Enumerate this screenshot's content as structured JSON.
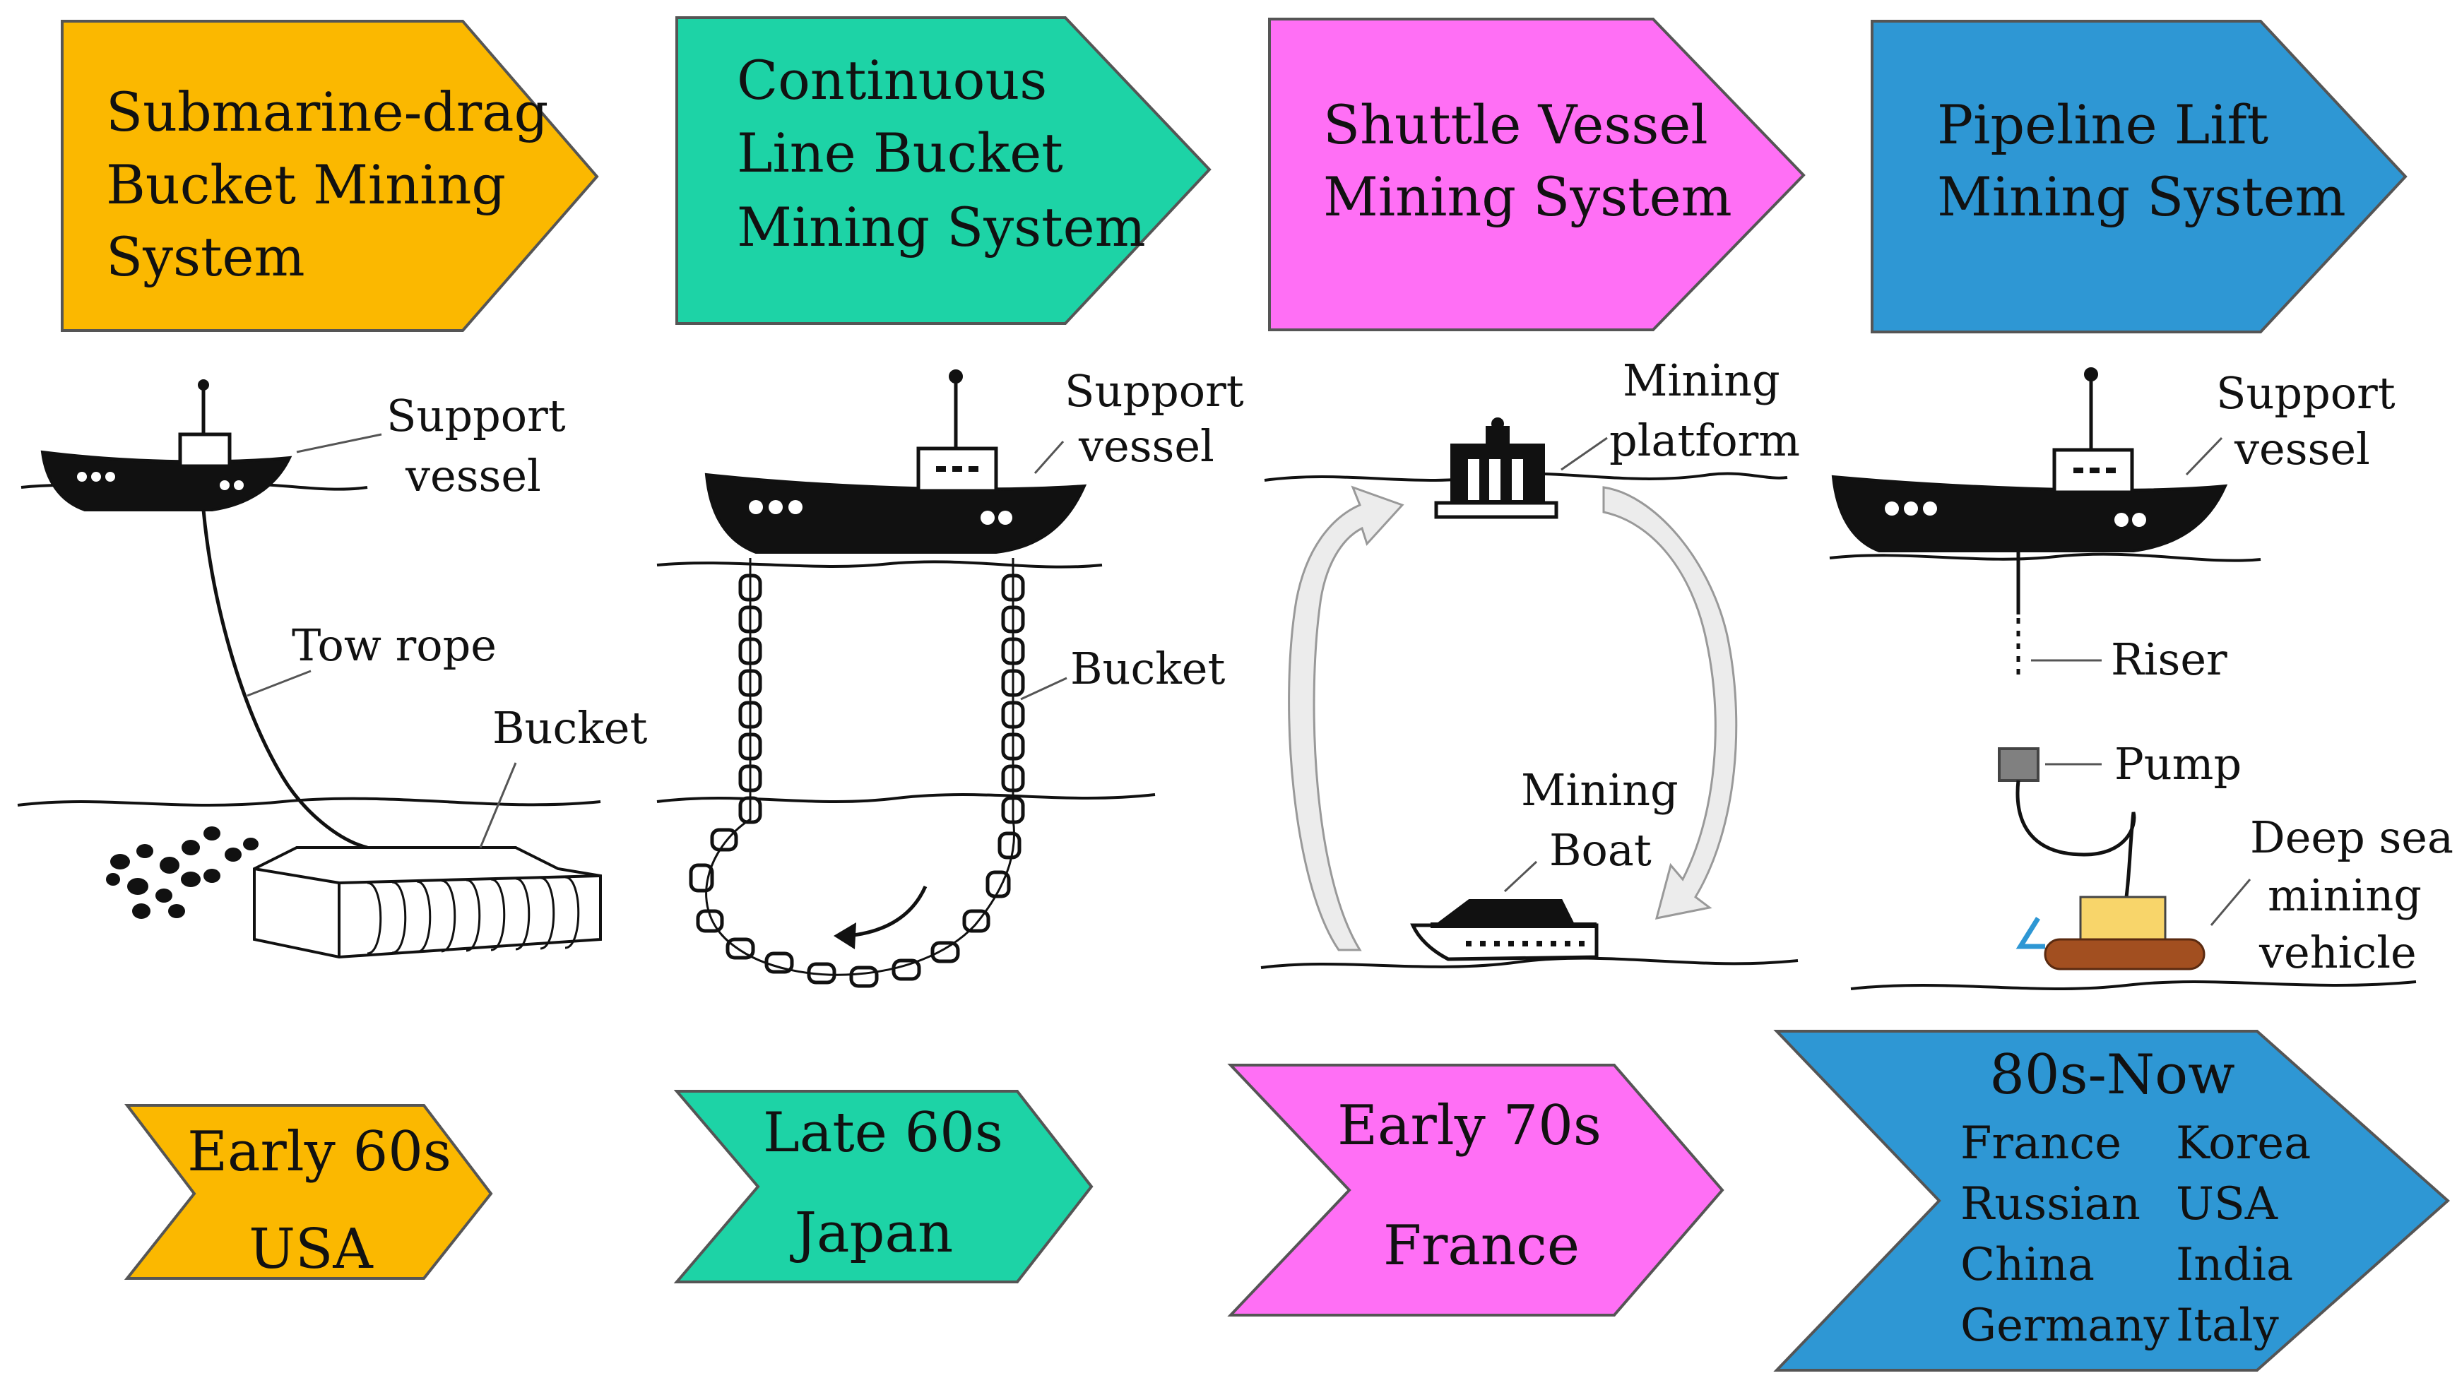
{
  "colors": {
    "orange": "#FBB800",
    "teal": "#1DD3A6",
    "magenta": "#FF6FF5",
    "blue": "#2E97D4",
    "pump_gray": "#808080",
    "vehicle_yellow": "#F8D56A",
    "vehicle_brown": "#A24F20",
    "ink": "#111111"
  },
  "systems": [
    {
      "title_lines": [
        "Submarine-drag",
        "Bucket Mining",
        "System"
      ],
      "labels": {
        "support_1": "Support",
        "support_2": "vessel",
        "tow_rope": "Tow rope",
        "bucket": "Bucket"
      },
      "era": "Early 60s",
      "country": "USA"
    },
    {
      "title_lines": [
        "Continuous",
        "Line Bucket",
        "Mining System"
      ],
      "labels": {
        "support_1": "Support",
        "support_2": "vessel",
        "bucket": "Bucket"
      },
      "era": "Late 60s",
      "country": "Japan"
    },
    {
      "title_lines": [
        "Shuttle Vessel",
        "Mining System"
      ],
      "labels": {
        "platform_1": "Mining",
        "platform_2": "platform",
        "boat_1": "Mining",
        "boat_2": "Boat"
      },
      "era": "Early 70s",
      "country": "France"
    },
    {
      "title_lines": [
        "Pipeline Lift",
        "Mining System"
      ],
      "labels": {
        "support_1": "Support",
        "support_2": "vessel",
        "riser": "Riser",
        "pump": "Pump",
        "vehicle_1": "Deep sea",
        "vehicle_2": "mining",
        "vehicle_3": "vehicle"
      },
      "era": "80s-Now",
      "countries": [
        "France",
        "Korea",
        "Russian",
        "USA",
        "China",
        "India",
        "Germany",
        "Italy"
      ]
    }
  ]
}
